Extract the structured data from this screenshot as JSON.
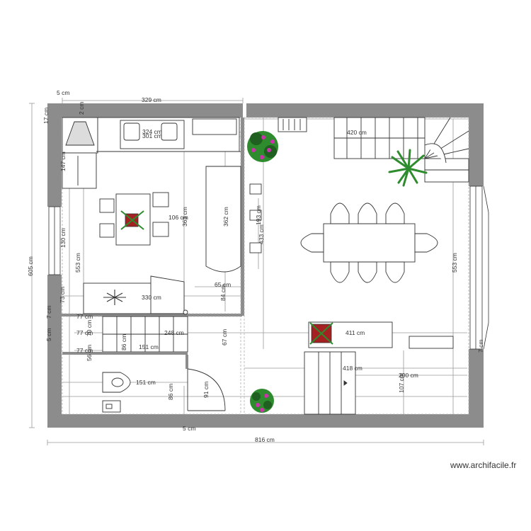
{
  "watermark": "www.archifacile.fr",
  "dimensions": [
    {
      "key": "d_5_top",
      "text": "5 cm"
    },
    {
      "key": "d_329",
      "text": "329 cm"
    },
    {
      "key": "d_17",
      "text": "17 cm"
    },
    {
      "key": "d_2",
      "text": "2 cm"
    },
    {
      "key": "d_324",
      "text": "324 cm"
    },
    {
      "key": "d_301",
      "text": "301 cm"
    },
    {
      "key": "d_420",
      "text": "420 cm"
    },
    {
      "key": "d_147",
      "text": "147 cm"
    },
    {
      "key": "d_106",
      "text": "106 cm"
    },
    {
      "key": "d_363",
      "text": "363 cm"
    },
    {
      "key": "d_362",
      "text": "362 cm"
    },
    {
      "key": "d_193",
      "text": "193 cm"
    },
    {
      "key": "d_433",
      "text": "433 cm"
    },
    {
      "key": "d_130",
      "text": "130 cm"
    },
    {
      "key": "d_605",
      "text": "605 cm"
    },
    {
      "key": "d_553_left",
      "text": "553 cm"
    },
    {
      "key": "d_553_right",
      "text": "553 cm"
    },
    {
      "key": "d_65",
      "text": "65 cm"
    },
    {
      "key": "d_84",
      "text": "84 cm"
    },
    {
      "key": "d_73",
      "text": "73 cm"
    },
    {
      "key": "d_330",
      "text": "330 cm"
    },
    {
      "key": "d_77_a",
      "text": "77 cm"
    },
    {
      "key": "d_7_left",
      "text": "7 cm"
    },
    {
      "key": "d_77_b",
      "text": "77 cm"
    },
    {
      "key": "d_70",
      "text": "70 cm"
    },
    {
      "key": "d_5_left",
      "text": "5 cm"
    },
    {
      "key": "d_86_a",
      "text": "86 cm"
    },
    {
      "key": "d_248",
      "text": "248 cm"
    },
    {
      "key": "d_67",
      "text": "67 cm"
    },
    {
      "key": "d_411",
      "text": "411 cm"
    },
    {
      "key": "d_151_a",
      "text": "151 cm"
    },
    {
      "key": "d_77_c",
      "text": "77 cm"
    },
    {
      "key": "d_56",
      "text": "56 cm"
    },
    {
      "key": "d_7_right",
      "text": "7 cm"
    },
    {
      "key": "d_418",
      "text": "418 cm"
    },
    {
      "key": "d_200",
      "text": "200 cm"
    },
    {
      "key": "d_107",
      "text": "107 cm"
    },
    {
      "key": "d_151_b",
      "text": "151 cm"
    },
    {
      "key": "d_86_b",
      "text": "86 cm"
    },
    {
      "key": "d_91",
      "text": "91 cm"
    },
    {
      "key": "d_5_bottom",
      "text": "5 cm"
    },
    {
      "key": "d_816",
      "text": "816 cm"
    }
  ],
  "colors": {
    "wall": "#8c8c8c",
    "line": "#333333",
    "dim": "#9a9a9a",
    "dashed": "#b0b0b0",
    "plant": "#2e8b2e",
    "plant_dark": "#1f5f1f",
    "flower": "#cc33aa",
    "rug": "#a52020"
  }
}
